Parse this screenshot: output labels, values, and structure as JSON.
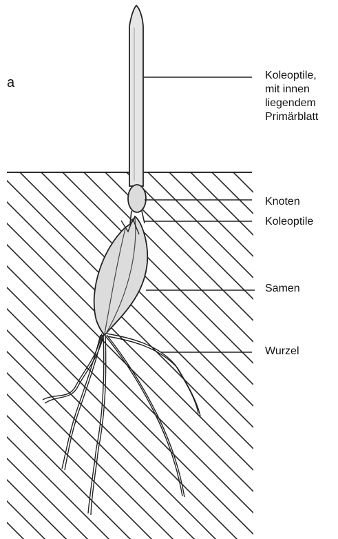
{
  "panel_letter": "a",
  "labels": {
    "koleoptile_primaerblatt": [
      "Koleoptile,",
      "mit innen",
      "liegendem",
      "Primärblatt"
    ],
    "knoten": "Knoten",
    "koleoptile": "Koleoptile",
    "samen": "Samen",
    "wurzel": "Wurzel"
  }
}
